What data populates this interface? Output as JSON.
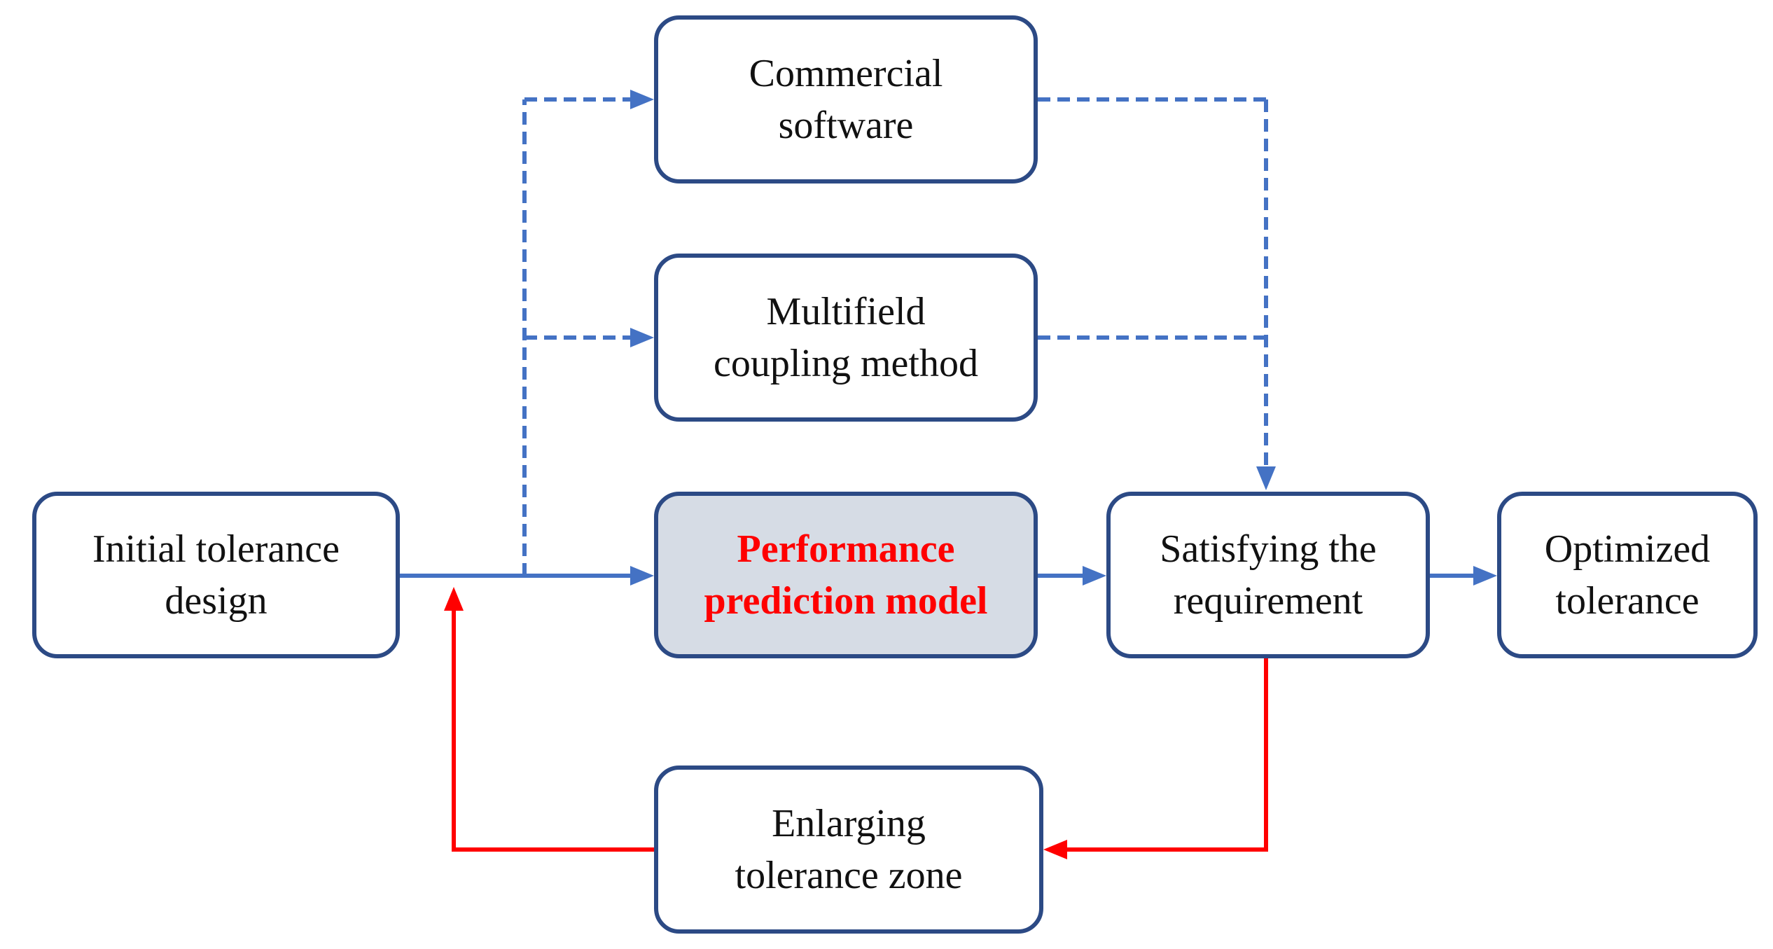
{
  "colors": {
    "box_border": "#2c4a85",
    "flow_blue": "#4472c4",
    "feedback_red": "#ff0000",
    "highlight_fill": "#d6dce5",
    "highlight_text": "#ff0000"
  },
  "nodes": {
    "initial": {
      "line1": "Initial tolerance",
      "line2": "design"
    },
    "commercial": {
      "line1": "Commercial",
      "line2": "software"
    },
    "multifield": {
      "line1": "Multifield",
      "line2": "coupling method"
    },
    "prediction": {
      "line1": "Performance",
      "line2": "prediction model"
    },
    "satisfying": {
      "line1": "Satisfying the",
      "line2": "requirement"
    },
    "optimized": {
      "line1": "Optimized",
      "line2": "tolerance"
    },
    "enlarging": {
      "line1": "Enlarging",
      "line2": "tolerance zone"
    }
  }
}
